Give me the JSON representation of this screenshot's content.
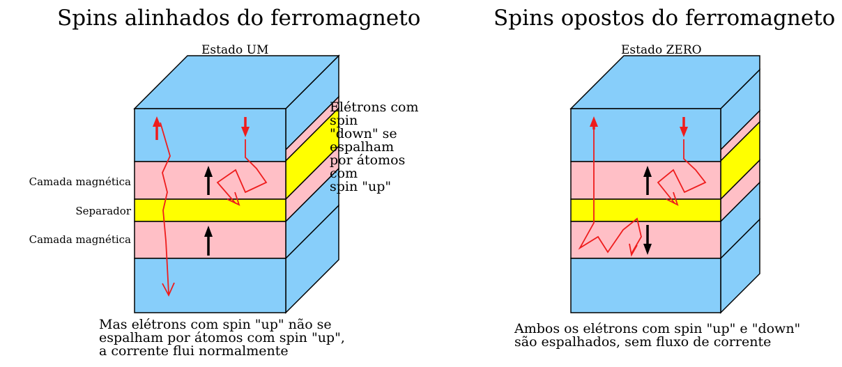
{
  "left": {
    "title": "Spins alinhados do ferromagneto",
    "subtitle": "Estado UM",
    "label_top_layer": "Camada magnética",
    "label_separator": "Separador",
    "label_bottom_layer": "Camada magnética",
    "note_top_right": "Elétrons com spin\n\"down\" se espalham\npor átomos com\nspin \"up\"",
    "note_bottom": "Mas elétrons com spin \"up\" não se\nespalham por átomos com spin \"up\",\na corrente flui normalmente"
  },
  "right": {
    "title": "Spins opostos do ferromagneto",
    "subtitle": "Estado ZERO",
    "note_bottom": "Ambos os elétrons com spin \"up\" e \"down\"\nsão espalhados, sem fluxo de corrente"
  },
  "colors": {
    "blue": "#87cefa",
    "pink": "#ffbfc6",
    "yellow": "#ffff00",
    "electron": "#ee1c1c",
    "spin": "#000000"
  }
}
